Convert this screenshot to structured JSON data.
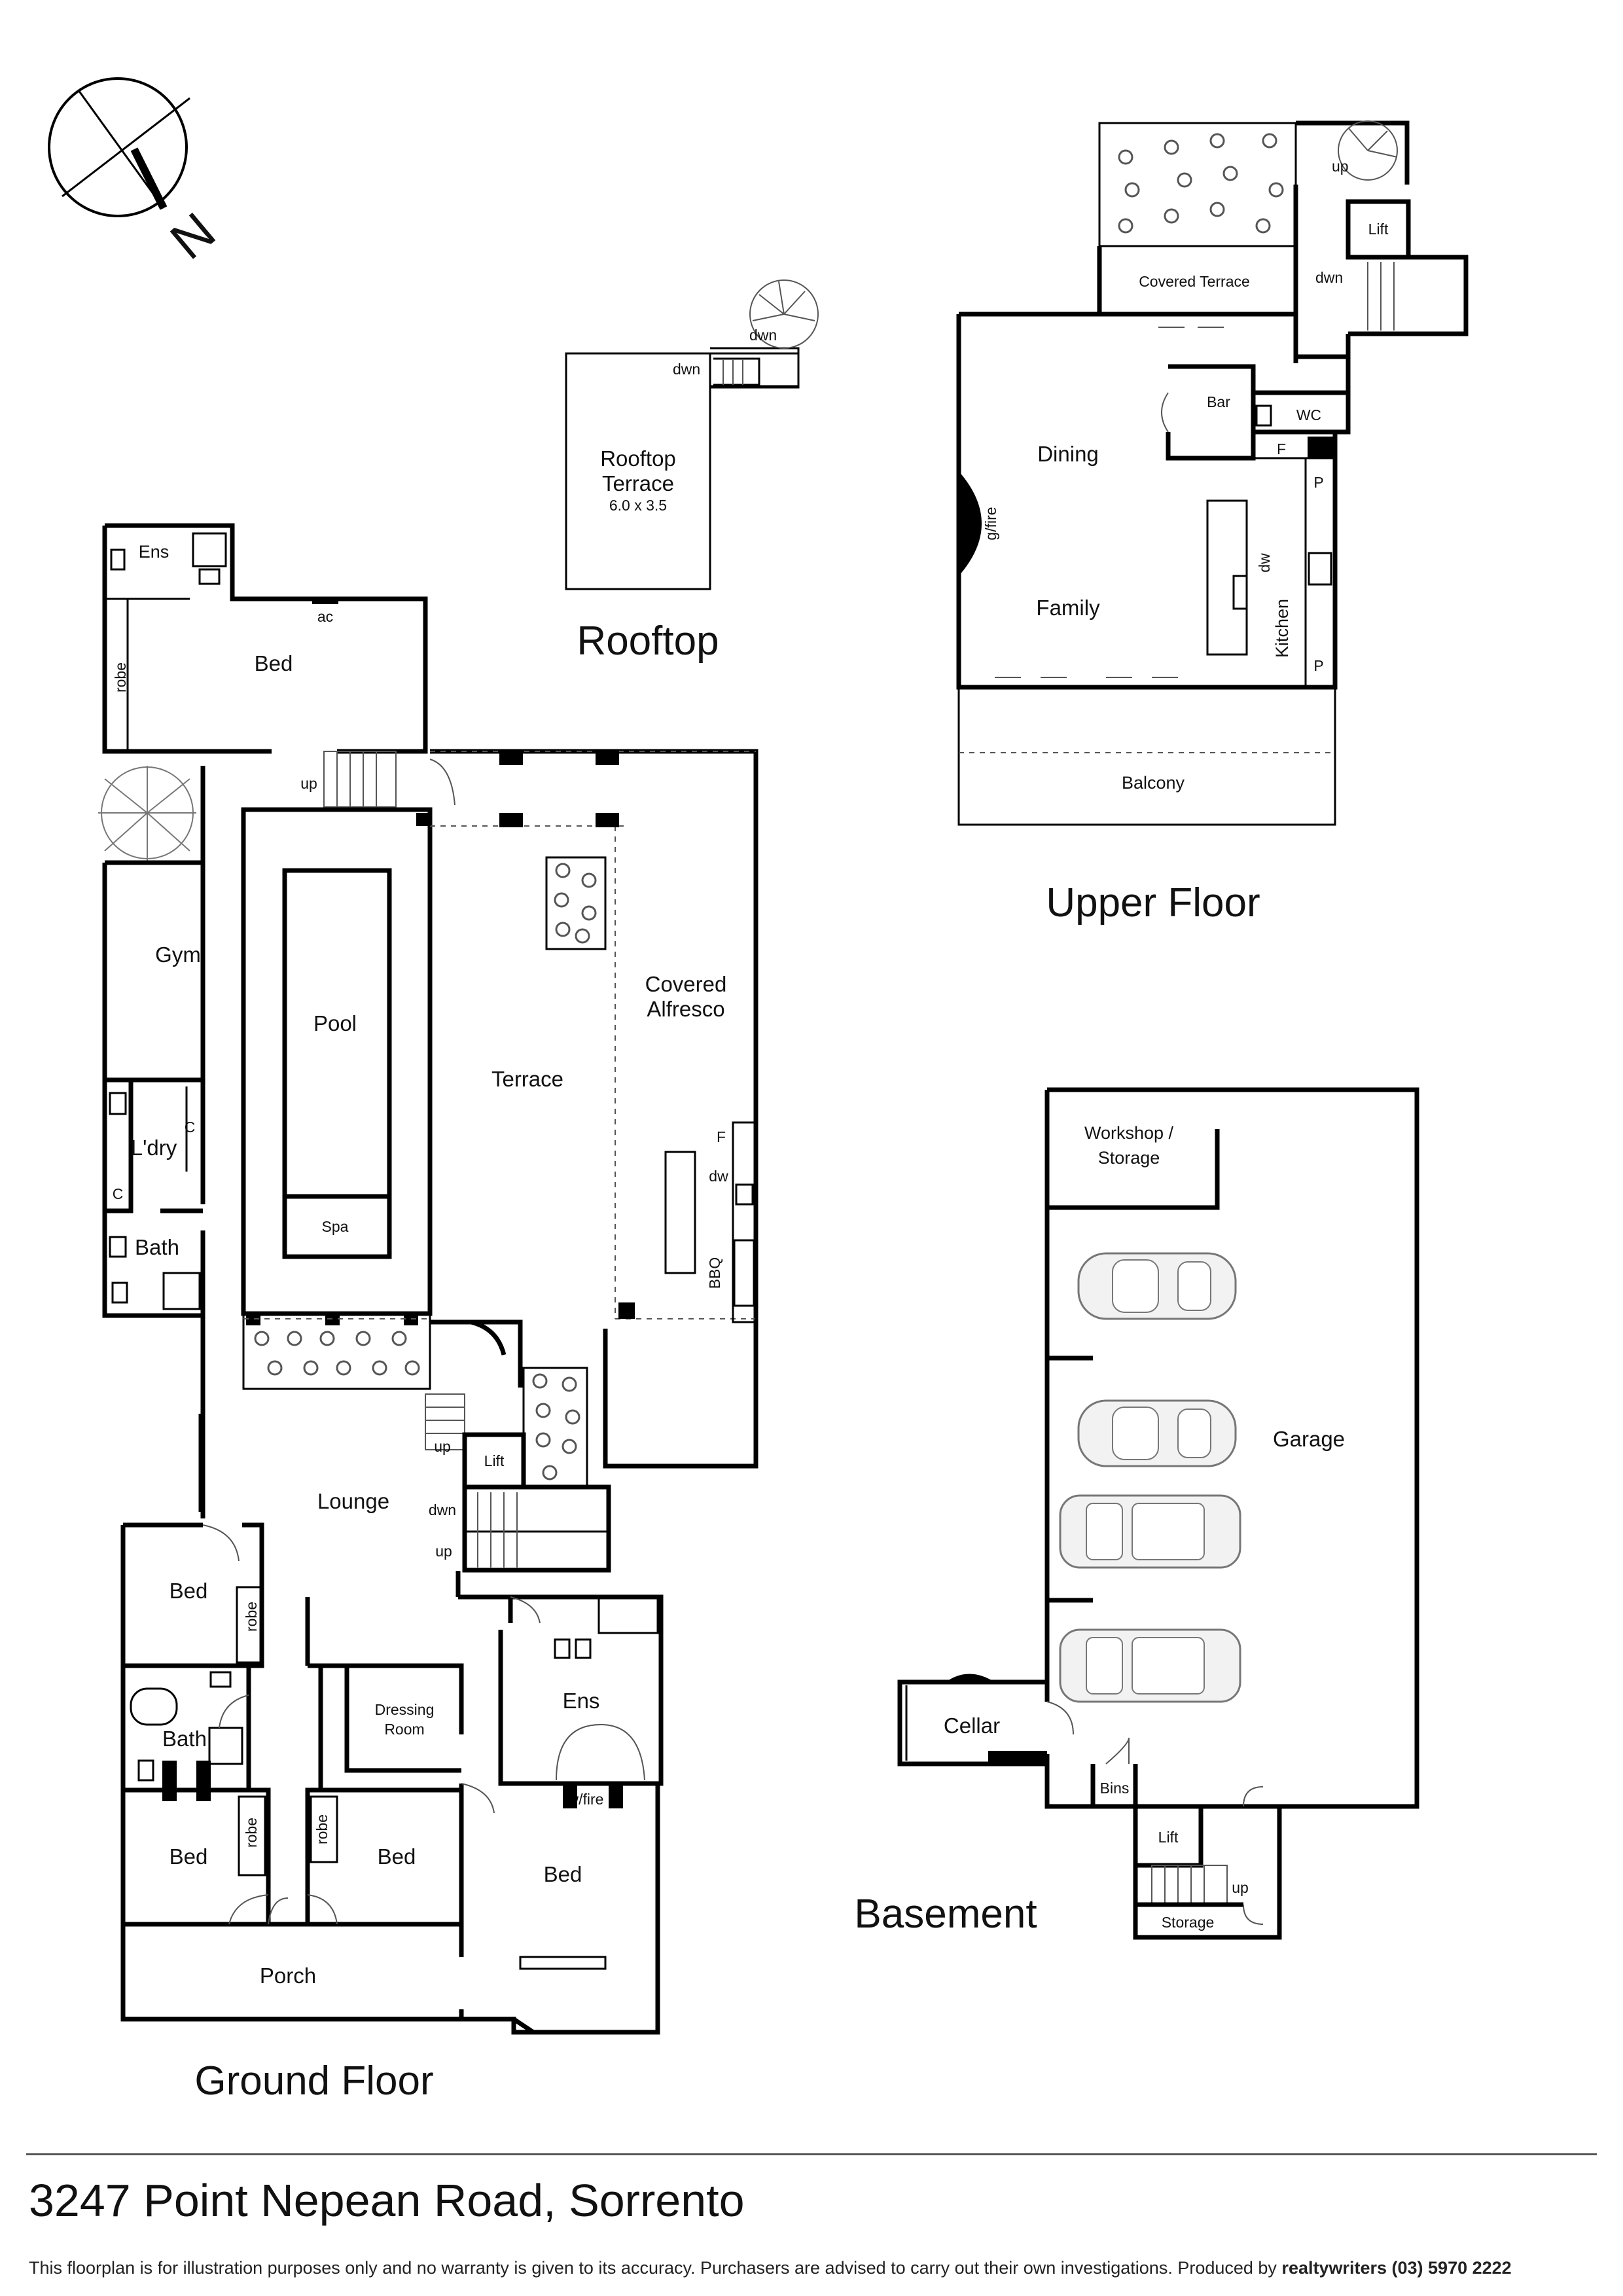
{
  "compass": {
    "north_label": "N"
  },
  "rooftop": {
    "title": "Rooftop",
    "terrace_line1": "Rooftop",
    "terrace_line2": "Terrace",
    "terrace_dims": "6.0 x 3.5",
    "dwn1": "dwn",
    "dwn2": "dwn"
  },
  "upper_floor": {
    "title": "Upper Floor",
    "rooms": {
      "covered_terrace": "Covered Terrace",
      "up": "up",
      "lift": "Lift",
      "dwn": "dwn",
      "bar": "Bar",
      "wc": "WC",
      "f": "F",
      "dining": "Dining",
      "gfire": "g/fire",
      "family": "Family",
      "dw": "dw",
      "kitchen": "Kitchen",
      "p1": "P",
      "p2": "P",
      "balcony": "Balcony"
    }
  },
  "ground_floor": {
    "title": "Ground Floor",
    "rooms": {
      "ens_top": "Ens",
      "ac": "ac",
      "bed_top": "Bed",
      "robe_top": "robe",
      "up_top": "up",
      "gym": "Gym",
      "pool": "Pool",
      "spa": "Spa",
      "terrace": "Terrace",
      "covered_alfresco_1": "Covered",
      "covered_alfresco_2": "Alfresco",
      "f": "F",
      "dw": "dw",
      "bbq": "BBQ",
      "ldry": "L'dry",
      "c1": "C",
      "c2": "C",
      "bath_top": "Bath",
      "up_mid": "up",
      "lift": "Lift",
      "dwn": "dwn",
      "up_low": "up",
      "lounge": "Lounge",
      "bed_left": "Bed",
      "robe_left": "robe",
      "bath_low": "Bath",
      "dressing1": "Dressing",
      "dressing2": "Room",
      "ens_low": "Ens",
      "wfire": "w/fire",
      "bed_sw": "Bed",
      "robe_sw": "robe",
      "robe_mid": "robe",
      "bed_mid": "Bed",
      "bed_master": "Bed",
      "porch": "Porch"
    }
  },
  "basement": {
    "title": "Basement",
    "rooms": {
      "workshop1": "Workshop /",
      "workshop2": "Storage",
      "garage": "Garage",
      "cellar": "Cellar",
      "bins": "Bins",
      "lift": "Lift",
      "up": "up",
      "storage": "Storage"
    }
  },
  "footer": {
    "address": "3247 Point Nepean Road, Sorrento",
    "disclaimer": "This floorplan is for illustration purposes only and no warranty is given to its accuracy. Purchasers are advised to carry out their own investigations. Produced by ",
    "producer": "realtywriters (03) 5970 2222"
  }
}
